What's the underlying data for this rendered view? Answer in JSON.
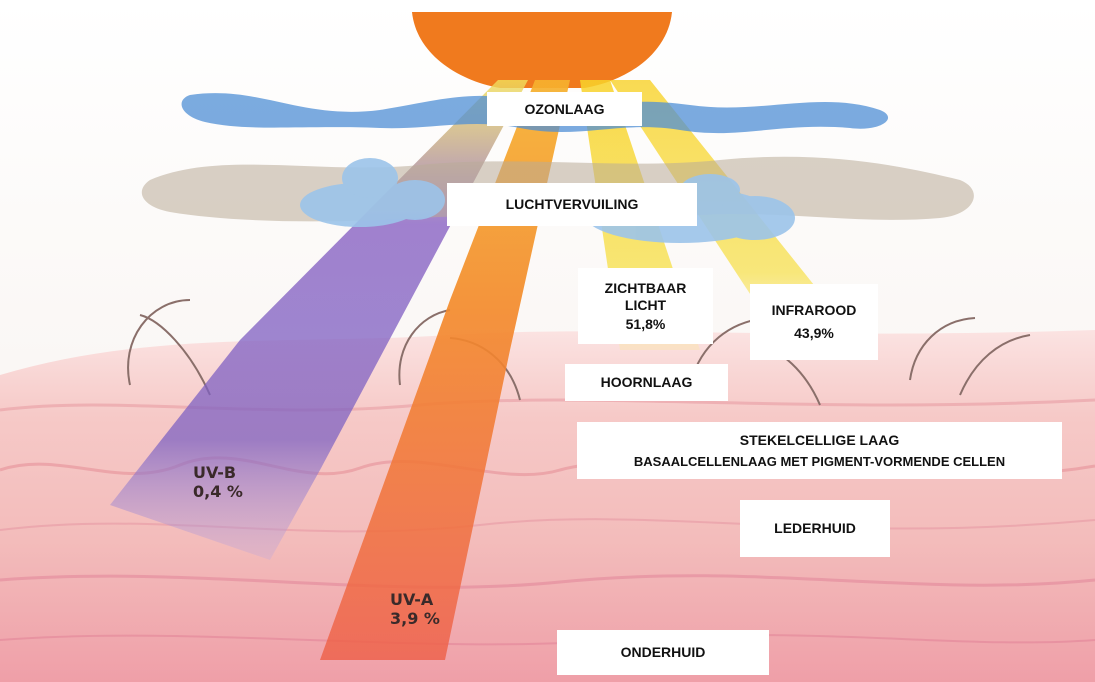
{
  "labels": {
    "ozonlaag": "OZONLAAG",
    "luchtvervuiling": "LUCHTVERVUILING",
    "zichtbaar_1": "ZICHTBAAR",
    "zichtbaar_2": "LICHT",
    "zichtbaar_pct": "51,8%",
    "infrarood": "INFRAROOD",
    "infrarood_pct": "43,9%",
    "hoornlaag": "HOORNLAAG",
    "stekelcellige": "STEKELCELLIGE LAAG",
    "basaalcellen": "BASAALCELLENLAAG MET PIGMENT-VORMENDE CELLEN",
    "lederhuid": "LEDERHUID",
    "onderhuid": "ONDERHUID"
  },
  "rays": {
    "uvb_name": "UV-B",
    "uvb_pct": "0,4 %",
    "uva_name": "UV-A",
    "uva_pct": "3,9 %"
  },
  "colors": {
    "sun": "#f07a1e",
    "skin": "#f1b7b5",
    "uvb": "#7a5fc2",
    "uva": "#ee6a3c",
    "yellow_ray": "#f7d21c",
    "ozone": "#4f8fd6",
    "cloud": "#9cc4ea",
    "smog": "#b9ab98"
  }
}
